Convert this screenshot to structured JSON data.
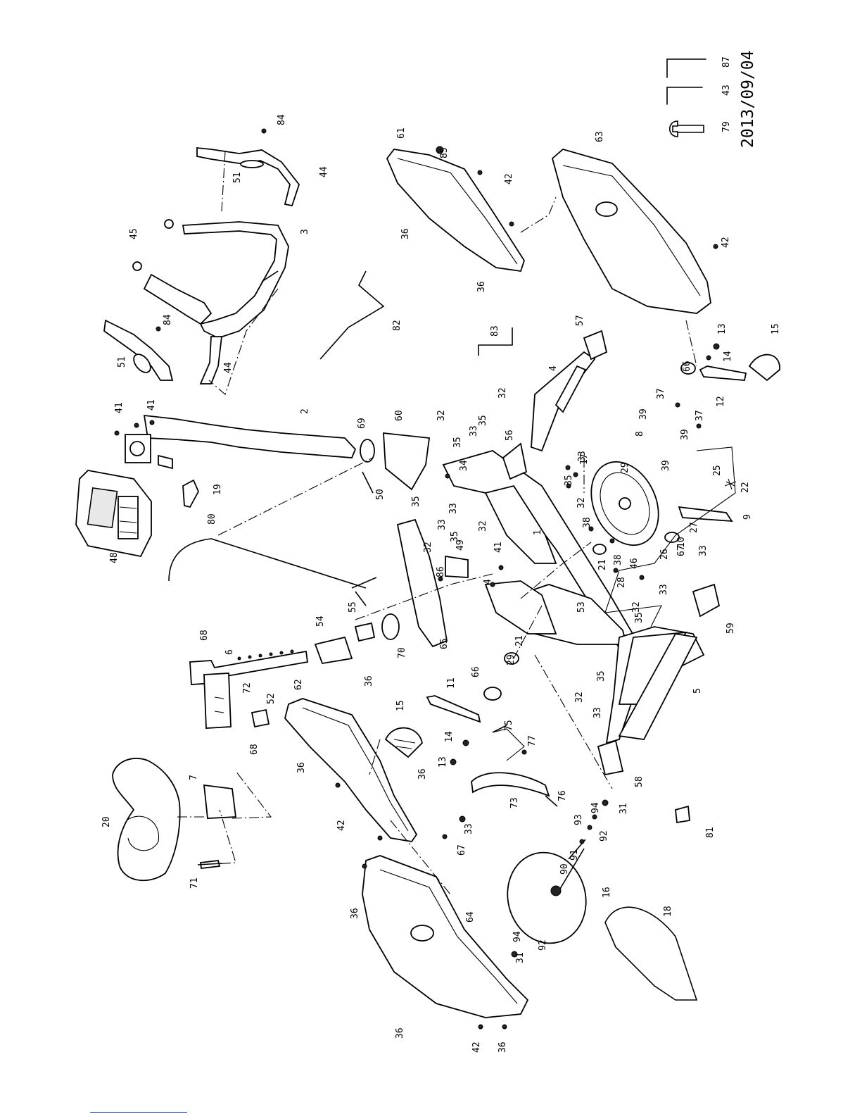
{
  "date": "2013/09/04",
  "tools": [
    {
      "label": "87",
      "icon": "hex-key-large-icon"
    },
    {
      "label": "43",
      "icon": "hex-key-small-icon"
    },
    {
      "label": "79",
      "icon": "wrench-icon"
    }
  ],
  "part_labels": {
    "p1": "1",
    "p2": "2",
    "p3": "3",
    "p4": "4",
    "p5": "5",
    "p6": "6",
    "p7": "7",
    "p8": "8",
    "p9": "9",
    "p10": "10",
    "p11": "11",
    "p12": "12",
    "p13": "13",
    "p14": "14",
    "p15": "15",
    "p16": "16",
    "p17": "17",
    "p18": "18",
    "p19": "19",
    "p20": "20",
    "p21": "21",
    "p22": "22",
    "p25": "25",
    "p26": "26",
    "p27": "27",
    "p28": "28",
    "p29": "29",
    "p31": "31",
    "p32": "32",
    "p33": "33",
    "p34": "34",
    "p35": "35",
    "p36": "36",
    "p37": "37",
    "p38": "38",
    "p39": "39",
    "p41": "41",
    "p42": "42",
    "p44": "44",
    "p45": "45",
    "p46": "46",
    "p48": "48",
    "p49": "49",
    "p50": "50",
    "p51": "51",
    "p52": "52",
    "p53": "53",
    "p54": "54",
    "p55": "55",
    "p56": "56",
    "p57": "57",
    "p58": "58",
    "p59": "59",
    "p60": "60",
    "p61": "61",
    "p62": "62",
    "p63": "63",
    "p64": "64",
    "p65": "65",
    "p66": "66",
    "p67": "67",
    "p68": "68",
    "p69": "69",
    "p70": "70",
    "p71": "71",
    "p72": "72",
    "p73": "73",
    "p75": "75",
    "p76": "76",
    "p77": "77",
    "p80": "80",
    "p81": "81",
    "p82": "82",
    "p83": "83",
    "p84": "84",
    "p85": "85",
    "p86": "86",
    "p90": "90",
    "p91": "91",
    "p92": "92",
    "p93": "93",
    "p94": "94"
  }
}
